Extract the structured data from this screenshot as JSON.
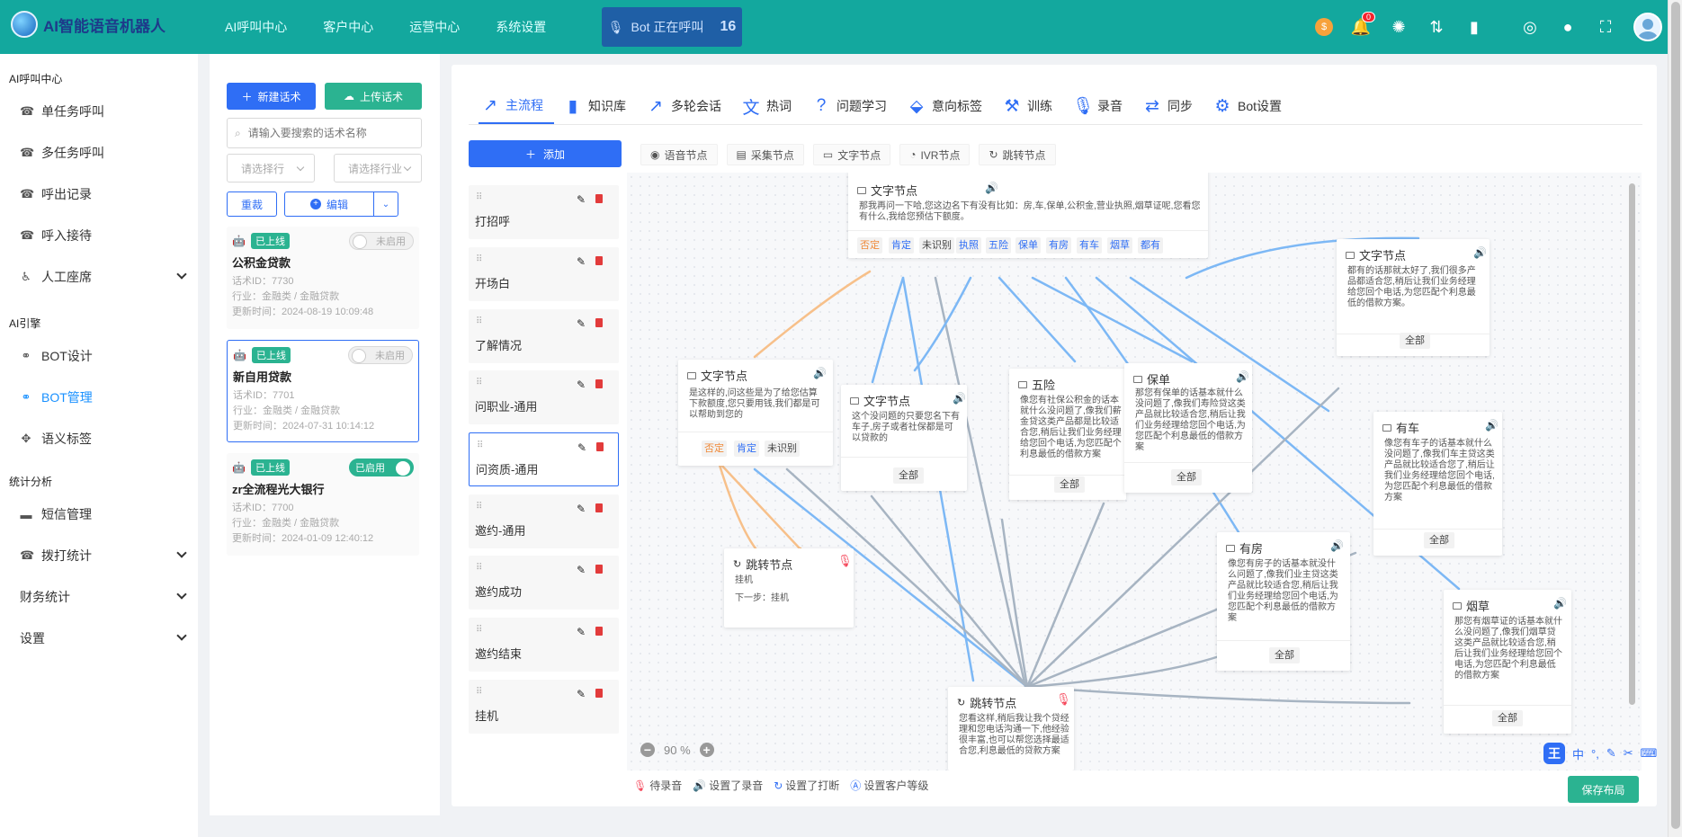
{
  "app": {
    "title": "AI智能语音机器人"
  },
  "topnav": [
    "AI呼叫中心",
    "客户中心",
    "运营中心",
    "系统设置"
  ],
  "bot_status": {
    "label": "Bot 正在呼叫",
    "count": "16"
  },
  "notifications": {
    "count": "0"
  },
  "sidebar": {
    "sections": [
      {
        "title": "AI呼叫中心",
        "items": [
          "单任务呼叫",
          "多任务呼叫",
          "呼出记录",
          "呼入接待",
          "人工座席"
        ]
      },
      {
        "title": "AI引擎",
        "items": [
          "BOT设计",
          "BOT管理",
          "语义标签"
        ]
      },
      {
        "title": "统计分析",
        "items": [
          "短信管理",
          "拨打统计",
          "财务统计",
          "设置"
        ]
      }
    ],
    "active": "BOT管理"
  },
  "script_panel": {
    "new_button": "新建话术",
    "upload_button": "上传话术",
    "search_placeholder": "请输入要搜索的话术名称",
    "select_sector": "请选择行",
    "select_industry": "请选择行业",
    "rename_button": "重裁",
    "edit_button": "编辑",
    "cards": [
      {
        "status": "已上线",
        "toggle": "未启用",
        "name": "公积金贷款",
        "id": "话术ID：7730",
        "industry": "行业：金融类 / 金融贷款",
        "updated": "更新时间：2024-08-19 10:09:48"
      },
      {
        "status": "已上线",
        "toggle": "未启用",
        "name": "新自用贷款",
        "id": "话术ID：7701",
        "industry": "行业：金融类 / 金融贷款",
        "updated": "更新时间：2024-07-31 10:14:12"
      },
      {
        "status": "已上线",
        "toggle": "已启用",
        "name": "zr全流程光大银行",
        "id": "话术ID：7700",
        "industry": "行业：金融类 / 金融贷款",
        "updated": "更新时间：2024-01-09 12:40:12"
      }
    ]
  },
  "tabs": [
    "主流程",
    "知识库",
    "多轮会话",
    "热词",
    "问题学习",
    "意向标签",
    "训练",
    "录音",
    "同步",
    "Bot设置"
  ],
  "add_button": "添加",
  "flows": [
    "打招呼",
    "开场白",
    "了解情况",
    "问职业-通用",
    "问资质-通用",
    "邀约-通用",
    "邀约成功",
    "邀约结束",
    "挂机"
  ],
  "node_types": [
    "语音节点",
    "采集节点",
    "文字节点",
    "IVR节点",
    "跳转节点"
  ],
  "nodes": {
    "n_top": {
      "title": "文字节点",
      "text": "那我再问一下哈,您这边名下有没有比如：房,车,保单,公积金,营业执照,烟草证呢,您看您有什么,我给您预估下额度。",
      "chips": [
        "否定",
        "肯定",
        "未识别",
        "执照",
        "五险",
        "保单",
        "有房",
        "有车",
        "烟草",
        "都有"
      ]
    },
    "n_allhave": {
      "title": "文字节点",
      "text": "都有的话那就太好了,我们很多产品都适合您,稍后让我们业务经理给您回个电话,为您匹配个利息最低的借款方案。",
      "all": "全部"
    },
    "n_left": {
      "title": "文字节点",
      "text": "是这样的,问这些是为了给您估算下款额度,您只要用钱,我们都是可以帮助到您的",
      "chips": [
        "否定",
        "肯定",
        "未识别"
      ]
    },
    "n_none": {
      "title": "文字节点",
      "text": "这个没问题的只要您名下有车子,房子或者社保都是可以贷款的",
      "all": "全部"
    },
    "n_wuxian": {
      "title": "五险",
      "text": "像您有社保公积金的话本就什么没问题了,像我们薪金贷这类产品都是比较适合您,稍后让我们业务经理给您回个电话,为您匹配个利息最低的借款方案",
      "all": "全部"
    },
    "n_baodan": {
      "title": "保单",
      "text": "那您有保单的话基本就什么没问题了,像我们寿险贷这类产品就比较适合您,稍后让我们业务经理给您回个电话,为您匹配个利息最低的借款方案",
      "all": "全部"
    },
    "n_youche": {
      "title": "有车",
      "text": "像您有车子的话基本就什么没问题了,像我们车主贷这类产品就比较适合您了,稍后让我们业务经理给您回个电话,为您匹配个利息最低的借款方案",
      "all": "全部"
    },
    "n_youfang": {
      "title": "有房",
      "text": "像您有房子的话基本就没什么问题了,像我们业主贷这类产品就比较适合您,稍后让我们业务经理给您回个电话,为您匹配个利息最低的借款方案",
      "all": "全部"
    },
    "n_yancao": {
      "title": "烟草",
      "text": "那您有烟草证的话基本就什么没问题了,像我们烟草贷这类产品就比较适合您,稍后让我们业务经理给您回个电话,为您匹配个利息最低的借款方案",
      "all": "全部"
    },
    "n_jump1": {
      "title": "跳转节点",
      "text1": "挂机",
      "text2": "下一步：挂机"
    },
    "n_jump2": {
      "title": "跳转节点",
      "text": "您看这样,稍后我让我个贷经理和您电话沟通一下,他经验很丰富,也可以帮您选择最适合您,利息最低的贷款方案"
    }
  },
  "zoom": "90 %",
  "legend": [
    "待录音",
    "设置了录音",
    "设置了打断",
    "设置客户等级"
  ],
  "save_button": "保存布局",
  "ime": [
    "中"
  ],
  "colors": {
    "primary": "#2f6ef5",
    "teal": "#13a89e",
    "green": "#2bb391",
    "edge_blue": "#7db8f5",
    "edge_gray": "#a7b4c2",
    "edge_orange": "#f7c08a"
  }
}
